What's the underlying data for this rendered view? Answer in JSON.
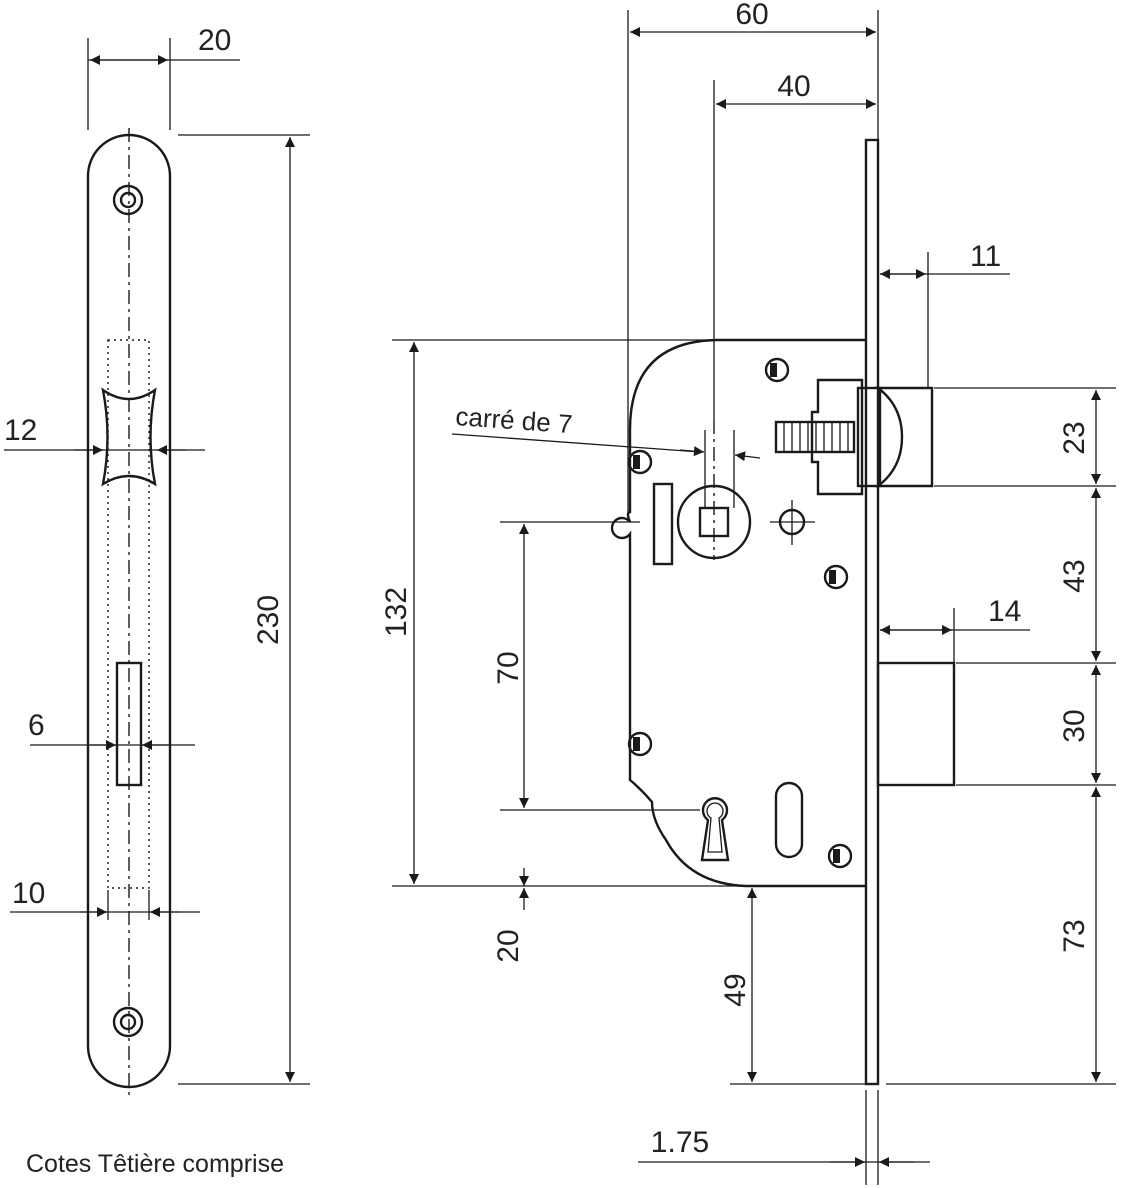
{
  "drawing": {
    "caption": "Cotes Têtière comprise",
    "note": "carré de 7",
    "faceplate_dims": {
      "width": "20",
      "height": "230",
      "latch_slot": "12",
      "bolt_slot": "6",
      "lower_width": "10"
    },
    "lock_dims": {
      "depth": "60",
      "backset": "40",
      "latch_projection": "11",
      "bolt_projection": "14",
      "case_height": "132",
      "axis_distance": "70",
      "bottom_offset": "20",
      "keyhole_height": "49",
      "faceplate_thickness": "1.75",
      "latch_height": "23",
      "latch_to_bolt": "43",
      "bolt_height": "30",
      "bolt_to_bottom": "73"
    }
  }
}
